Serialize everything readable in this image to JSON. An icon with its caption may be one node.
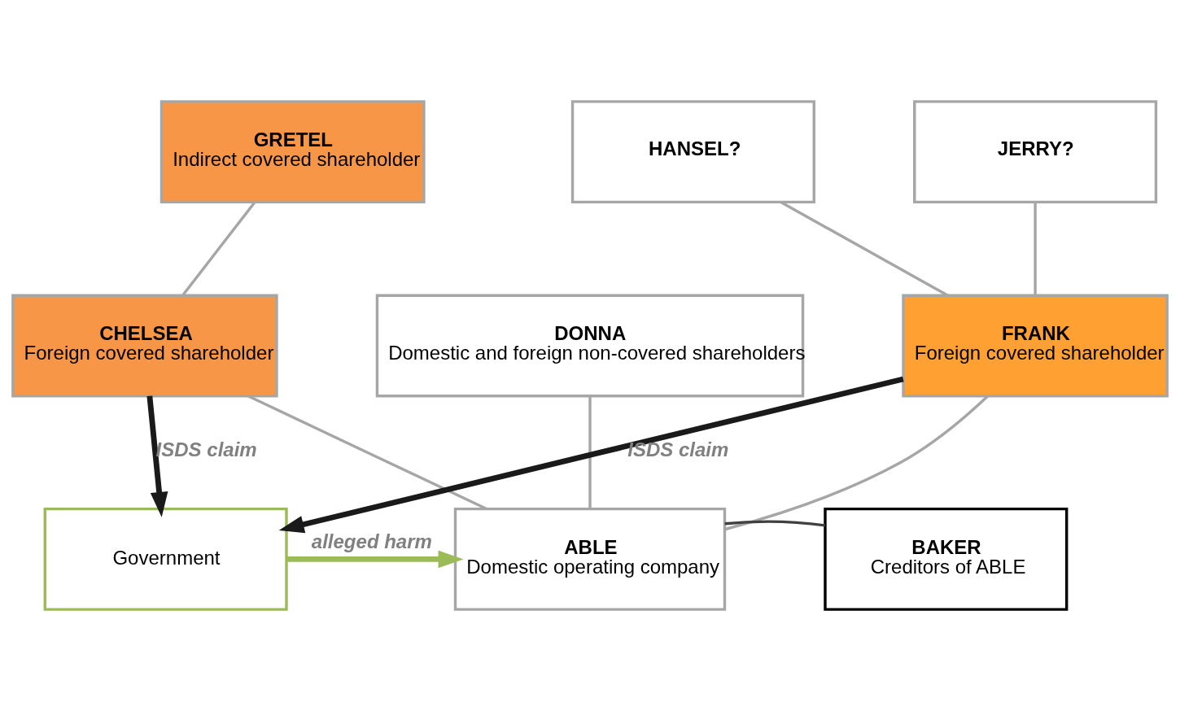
{
  "diagram": {
    "nodes": [
      {
        "text": [
          "GRETEL",
          "Indirect covered shareholder"
        ]
      },
      {
        "text": [
          "HANSEL?"
        ]
      },
      {
        "text": [
          "JERRY?"
        ]
      },
      {
        "text": [
          "CHELSEA",
          "Foreign covered shareholder"
        ]
      },
      {
        "text": [
          "DONNA",
          "Domestic and foreign non-covered shareholders"
        ]
      },
      {
        "text": [
          "FRANK",
          "Foreign covered shareholder"
        ]
      },
      {
        "text": [
          "Government"
        ]
      },
      {
        "text": [
          "ABLE",
          "Domestic operating company"
        ]
      },
      {
        "text": [
          "BAKER",
          "Creditors of ABLE"
        ]
      }
    ],
    "edges": [
      {
        "from": 0,
        "to": 3,
        "arrow": "none"
      },
      {
        "from": 1,
        "to": 5,
        "arrow": "none"
      },
      {
        "from": 2,
        "to": 5,
        "arrow": "none"
      },
      {
        "from": 3,
        "to": 7,
        "arrow": "none"
      },
      {
        "from": 4,
        "to": 7,
        "arrow": "none"
      },
      {
        "from": 5,
        "to": 7,
        "arrow": "none"
      },
      {
        "from": 3,
        "to": 6,
        "arrow": "to",
        "label": "ISDS claim",
        "style": "thick",
        "color": "#1a1a1a"
      },
      {
        "from": 5,
        "to": 6,
        "arrow": "to",
        "label": "ISDS claim",
        "style": "thick",
        "color": "#1a1a1a"
      },
      {
        "from": 6,
        "to": 7,
        "arrow": "to",
        "label": "alleged harm",
        "style": "thick",
        "color": "#9bbb59"
      },
      {
        "from": 7,
        "to": 8,
        "arrow": "none",
        "color": "#404040"
      }
    ]
  }
}
